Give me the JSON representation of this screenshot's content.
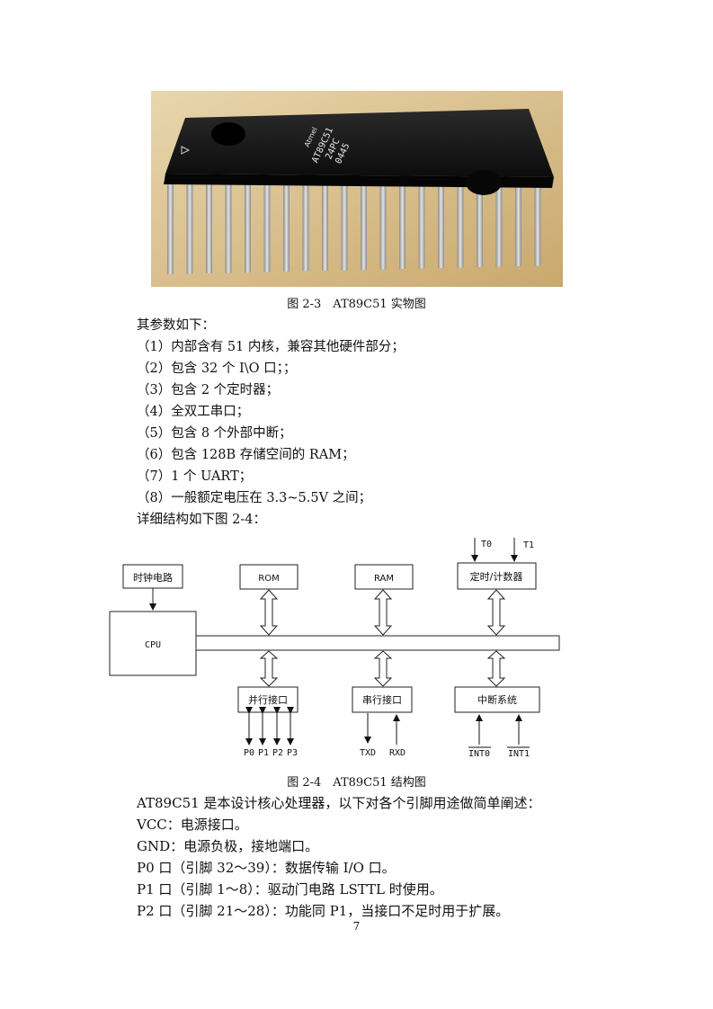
{
  "photo": {
    "chip_logo": "Atmel",
    "chip_marking": [
      "AT89C51",
      "24PC",
      "0445"
    ]
  },
  "fig1_caption": "图 2-3　AT89C51 实物图",
  "intro": "其参数如下：",
  "params": [
    "（1）内部含有 51 内核，兼容其他硬件部分；",
    "（2）包含 32 个 I\\O 口；；",
    "（3）包含 2 个定时器；",
    "（4）全双工串口；",
    "（5）包含 8 个外部中断；",
    "（6）包含 128B 存储空间的 RAM；",
    "（7）1 个 UART；",
    "（8）一般额定电压在 3.3~5.5V 之间；"
  ],
  "detail_intro": "详细结构如下图 2-4：",
  "diagram": {
    "clock": "时钟电路",
    "cpu": "CPU",
    "rom": "ROM",
    "ram": "RAM",
    "timer": "定时/计数器",
    "parallel": "并行接口",
    "serial": "串行接口",
    "interrupt": "中断系统",
    "t0": "T0",
    "t1": "T1",
    "p0": "P0",
    "p1": "P1",
    "p2": "P2",
    "p3": "P3",
    "txd": "TXD",
    "rxd": "RXD",
    "int0": "INT0",
    "int1": "INT1"
  },
  "fig2_caption": "图 2-4　AT89C51 结构图",
  "body": [
    "AT89C51 是本设计核心处理器，以下对各个引脚用途做简单阐述：",
    "VCC：电源接口。",
    "GND：电源负极，接地端口。",
    "P0 口（引脚 32～39）：数据传输 I/O 口。",
    "P1 口（引脚 1～8）：驱动门电路 LSTTL 时使用。",
    "P2 口（引脚 21～28）：功能同 P1，当接口不足时用于扩展。"
  ],
  "page_number": "7"
}
